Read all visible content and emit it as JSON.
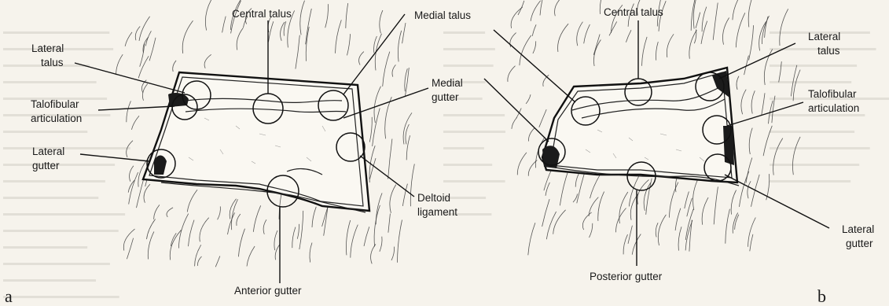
{
  "panel_a": {
    "letter": "a",
    "labels": {
      "central_talus": "Central talus",
      "medial_talus": "Medial talus",
      "lateral_talus_1": "Lateral",
      "lateral_talus_2": "talus",
      "talofibular_1": "Talofibular",
      "talofibular_2": "articulation",
      "medial_gutter_1": "Medial",
      "medial_gutter_2": "gutter",
      "lateral_gutter_1": "Lateral",
      "lateral_gutter_2": "gutter",
      "deltoid_1": "Deltoid",
      "deltoid_2": "ligament",
      "anterior_gutter": "Anterior gutter"
    }
  },
  "panel_b": {
    "letter": "b",
    "labels": {
      "central_talus": "Central talus",
      "lateral_talus_1": "Lateral",
      "lateral_talus_2": "talus",
      "talofibular_1": "Talofibular",
      "talofibular_2": "articulation",
      "lateral_gutter_1": "Lateral",
      "lateral_gutter_2": "gutter",
      "posterior_gutter": "Posterior gutter"
    }
  }
}
